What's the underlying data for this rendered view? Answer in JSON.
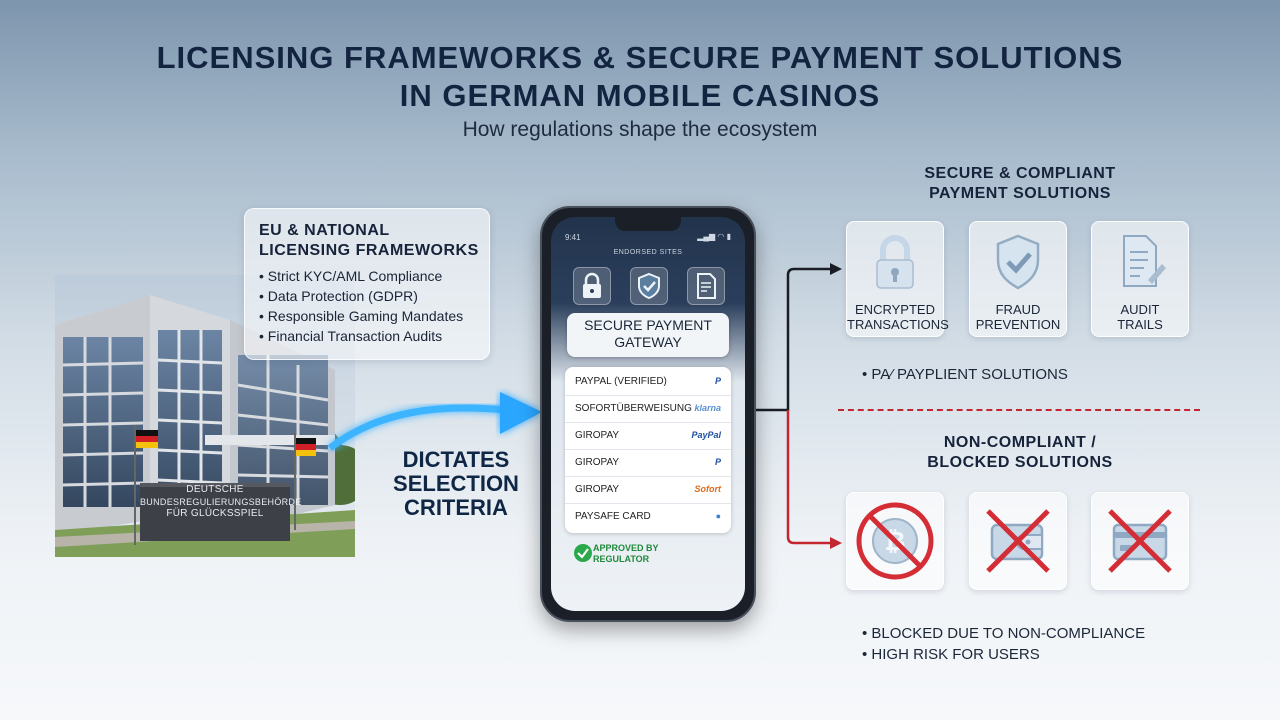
{
  "header": {
    "title_line1": "LICENSING FRAMEWORKS & SECURE PAYMENT SOLUTIONS",
    "title_line2": "IN GERMAN MOBILE CASINOS",
    "subtitle": "How regulations shape the ecosystem"
  },
  "licensing": {
    "title_line1": "EU & NATIONAL",
    "title_line2": "LICENSING FRAMEWORKS",
    "items": [
      "Strict KYC/AML Compliance",
      "Data Protection (GDPR)",
      "Responsible Gaming Mandates",
      "Financial Transaction Audits"
    ]
  },
  "building": {
    "sign_line1": "DEUTSCHE",
    "sign_line2": "BUNDESREGULIERUNGSBEHÖRDE",
    "sign_line3": "FÜR GLÜCKSSPIEL"
  },
  "connector": {
    "line1": "DICTATES",
    "line2": "SELECTION",
    "line3": "CRITERIA"
  },
  "phone": {
    "time": "9:41",
    "status": "▂▄▆ ◠ ▮",
    "app_name": "ENDORSED SITES",
    "gateway_line1": "SECURE PAYMENT",
    "gateway_line2": "GATEWAY",
    "methods": [
      {
        "label": "PAYPAL (VERIFIED)",
        "brand": "P",
        "brand_color": "#1f4fa0"
      },
      {
        "label": "SOFORTÜBERWEISUNG",
        "brand": "klarna",
        "brand_color": "#5a8fd0"
      },
      {
        "label": "GIROPAY",
        "brand": "PayPal",
        "brand_color": "#1f4fa0"
      },
      {
        "label": "GIROPAY",
        "brand": "P",
        "brand_color": "#1f4fa0"
      },
      {
        "label": "GIROPAY",
        "brand": "Sofort",
        "brand_color": "#e06a1b"
      },
      {
        "label": "PAYSAFE CARD",
        "brand": "●",
        "brand_color": "#3b7fd4"
      }
    ],
    "approved_line1": "APPROVED BY",
    "approved_line2": "REGULATOR"
  },
  "compliant": {
    "title_line1": "SECURE & COMPLIANT",
    "title_line2": "PAYMENT SOLUTIONS",
    "tiles": [
      {
        "icon": "padlock-icon",
        "line1": "ENCRYPTED",
        "line2": "TRANSACTIONS"
      },
      {
        "icon": "shield-check-icon",
        "line1": "FRAUD",
        "line2": "PREVENTION"
      },
      {
        "icon": "document-pen-icon",
        "line1": "AUDIT",
        "line2": "TRAILS"
      }
    ],
    "bullet": "• PA⁄ PAYPLIENT SOLUTIONS"
  },
  "blocked": {
    "title_line1": "NON-COMPLIANT /",
    "title_line2": "BLOCKED SOLUTIONS",
    "tiles": [
      {
        "icon": "bitcoin-blocked-icon"
      },
      {
        "icon": "wallet-blocked-icon"
      },
      {
        "icon": "card-blocked-icon"
      }
    ],
    "bullets": [
      "• BLOCKED DUE TO NON-COMPLIANCE",
      "• HIGH RISK FOR USERS"
    ]
  },
  "colors": {
    "accent_blue": "#2aa6ff",
    "blocked_red": "#d42d36",
    "approved_green": "#1f8a3a"
  }
}
